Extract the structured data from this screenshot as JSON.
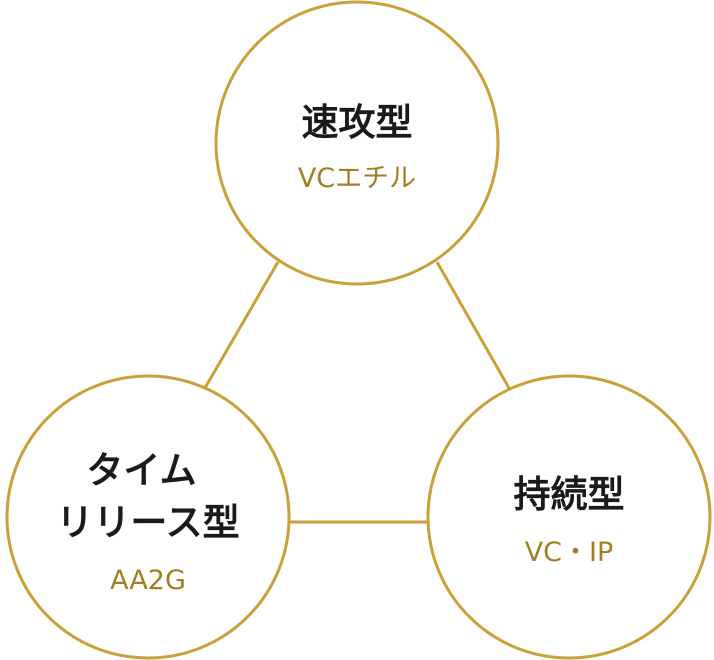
{
  "colors": {
    "accent": "#c9a03a",
    "title_text": "#1a1a1a",
    "subtitle_text": "#a07f25"
  },
  "nodes": [
    {
      "id": "top",
      "title_lines": [
        "速攻型"
      ],
      "subtitle": "VCエチル"
    },
    {
      "id": "bottom-left",
      "title_lines": [
        "タイム",
        "リリース型"
      ],
      "subtitle": "AA2G"
    },
    {
      "id": "bottom-right",
      "title_lines": [
        "持続型"
      ],
      "subtitle": "VC・IP"
    }
  ]
}
